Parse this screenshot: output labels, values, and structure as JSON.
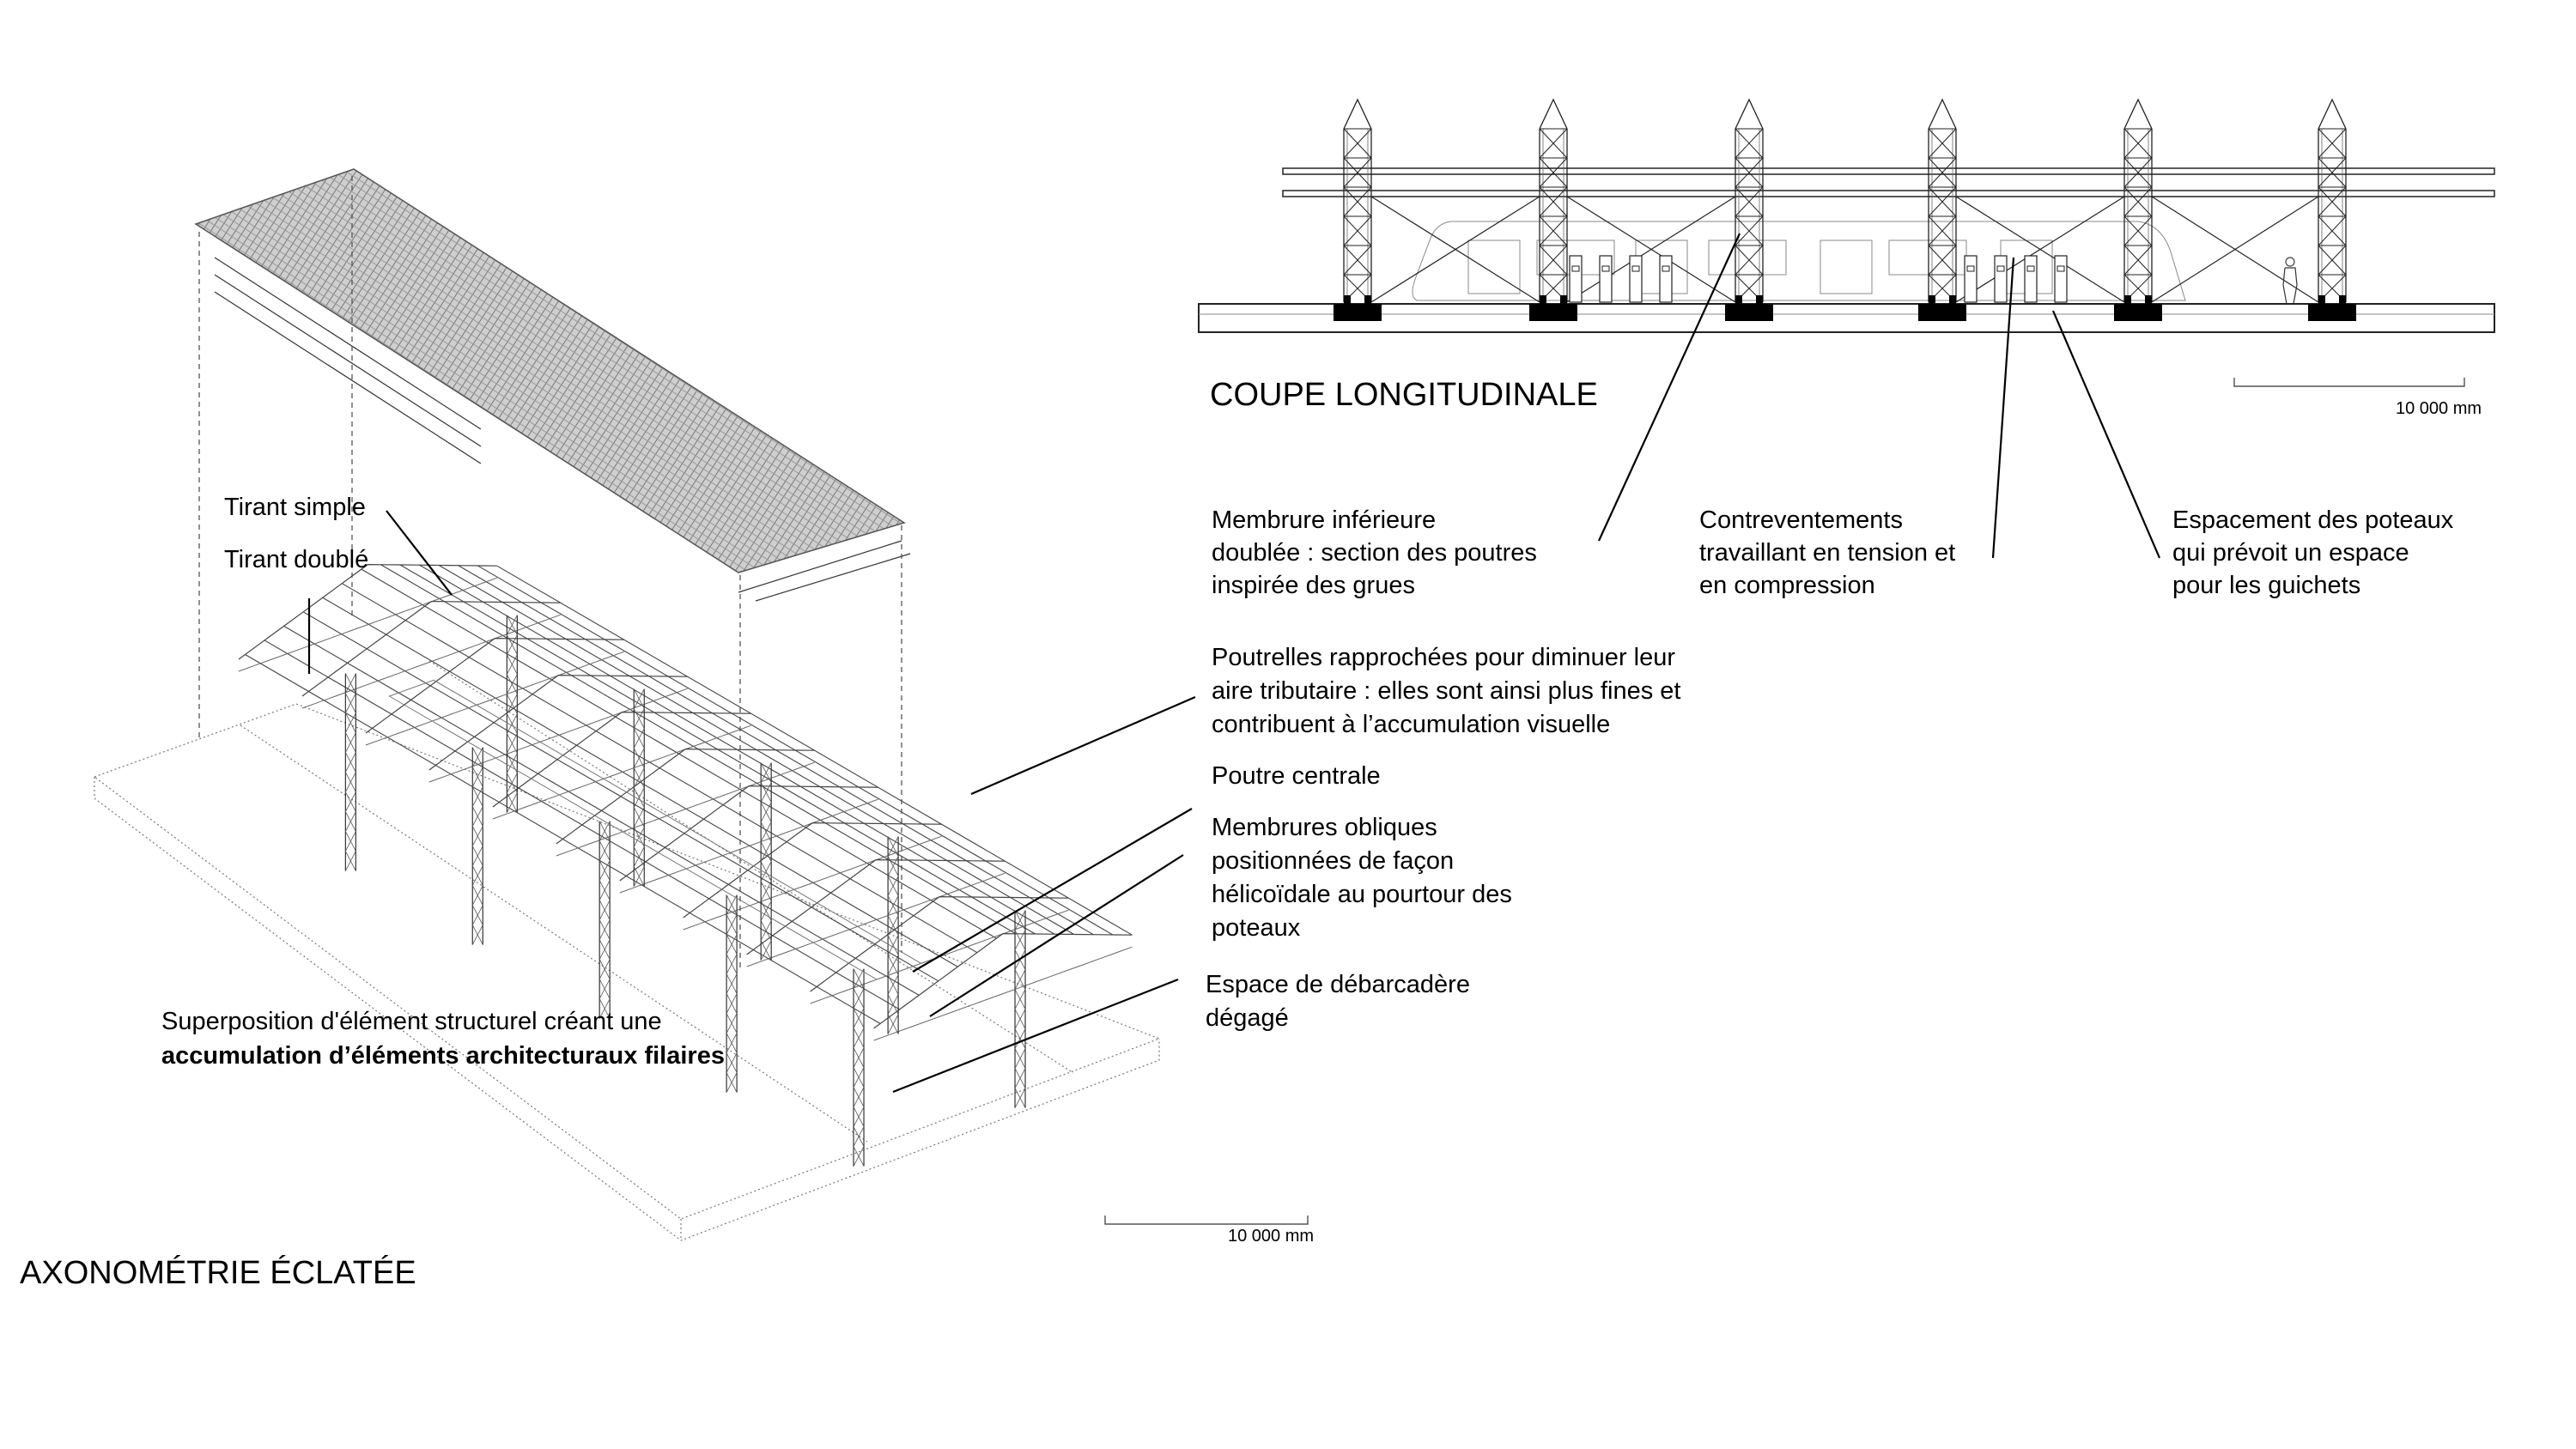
{
  "section": {
    "title": "COUPE LONGITUDINALE",
    "scale_label": "10 000 mm",
    "annotations": [
      {
        "lines": [
          "Membrure inférieure",
          "doublée : section des poutres",
          "inspirée des grues"
        ]
      },
      {
        "lines": [
          "Contreventements",
          "travaillant en tension et",
          "en compression"
        ]
      },
      {
        "lines": [
          "Espacement des poteaux",
          "qui prévoit un espace",
          "pour les guichets"
        ]
      }
    ]
  },
  "axonometry": {
    "title": "AXONOMÉTRIE ÉCLATÉE",
    "scale_label": "10 000 mm",
    "tirant_simple": "Tirant simple",
    "tirant_double": "Tirant doublé",
    "superposition_line1": "Superposition d'élément structurel créant une",
    "superposition_line2": "accumulation d’éléments architecturaux filaires",
    "annotations": [
      {
        "lines": [
          "Poutrelles rapprochées pour diminuer leur",
          "aire tributaire : elles sont ainsi plus fines et",
          "contribuent à l’accumulation visuelle"
        ]
      },
      {
        "lines": [
          "Poutre centrale"
        ]
      },
      {
        "lines": [
          "Membrures obliques",
          "positionnées de façon",
          "hélicoïdale au pourtour des",
          "poteaux"
        ]
      },
      {
        "lines": [
          "Espace de débarcadère",
          "dégagé"
        ]
      }
    ]
  }
}
